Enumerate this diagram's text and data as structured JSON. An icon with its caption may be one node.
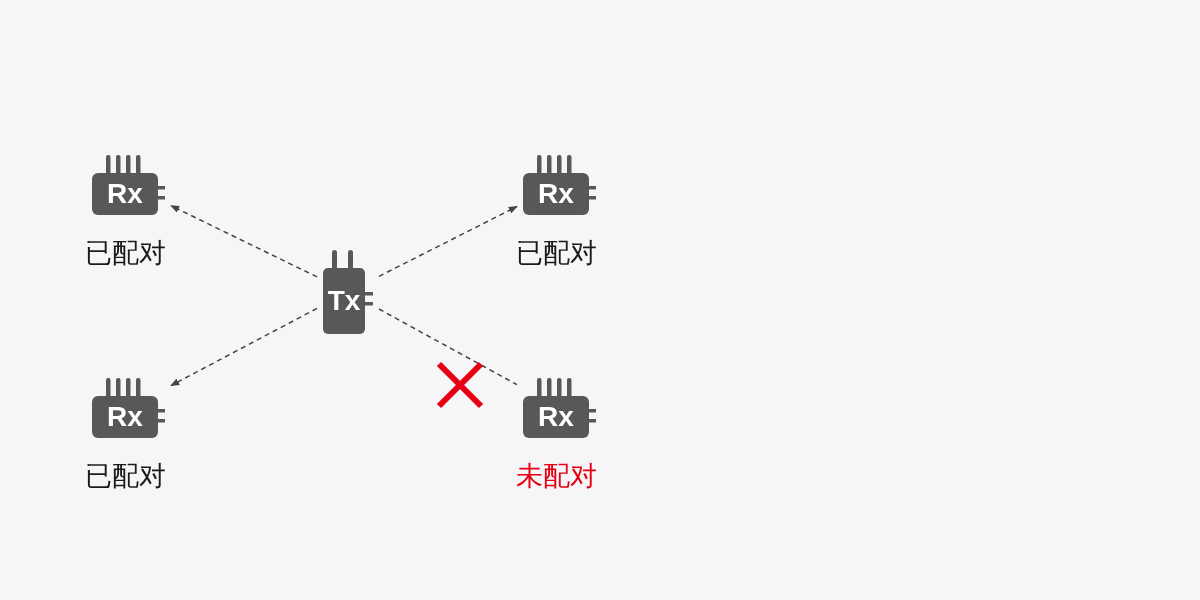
{
  "diagram": {
    "nodes": [
      {
        "text": [
          "Rx"
        ],
        "beside": [
          "已配对"
        ]
      },
      {
        "text": [
          "Rx"
        ],
        "beside": [
          "已配对"
        ]
      },
      {
        "text": [
          "Tx"
        ]
      },
      {
        "text": [
          "Rx"
        ],
        "beside": [
          "已配对"
        ]
      },
      {
        "text": [
          "Rx"
        ],
        "beside": [
          "未配对"
        ]
      }
    ],
    "edges": [
      {
        "from": 2,
        "to": 0,
        "arrow": "to"
      },
      {
        "from": 2,
        "to": 1,
        "arrow": "to"
      },
      {
        "from": 2,
        "to": 3,
        "arrow": "to"
      },
      {
        "from": 2,
        "to": 4,
        "arrow": "none"
      }
    ]
  }
}
